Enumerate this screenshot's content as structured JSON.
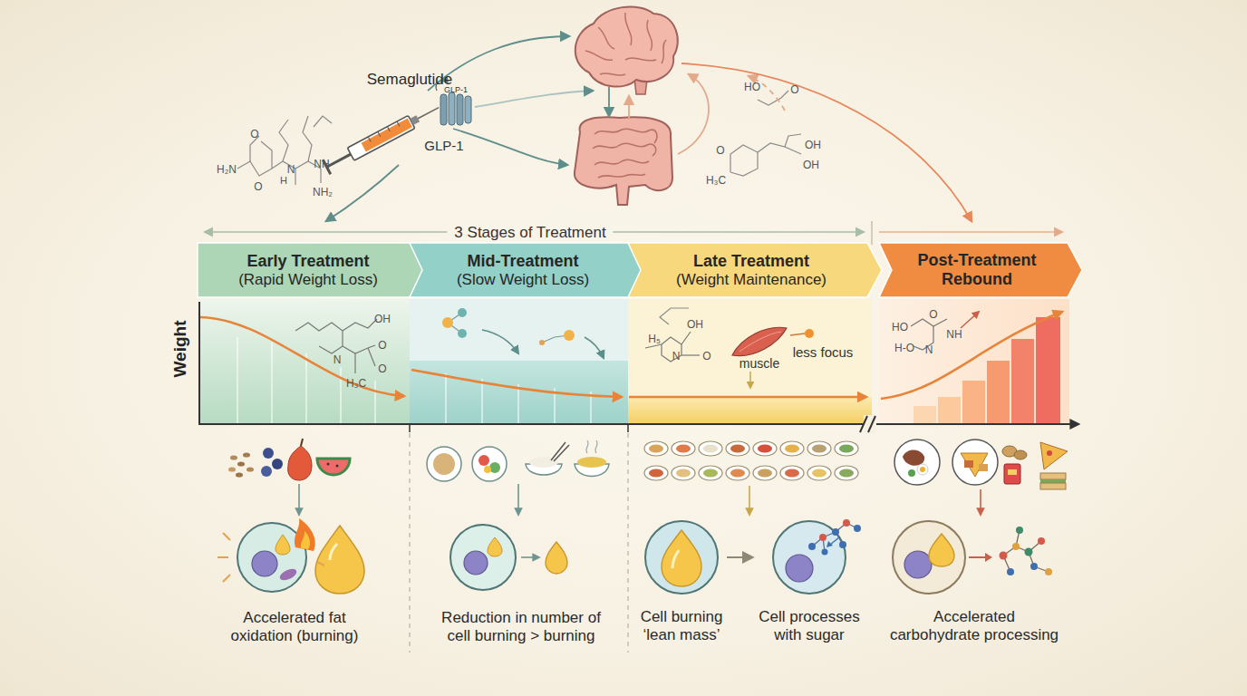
{
  "diagram": {
    "nodes": [
      {
        "text": [
          "Early Treatment",
          "(Rapid Weight Loss)"
        ]
      },
      {
        "text": [
          "Mid-Treatment",
          "(Slow Weight Loss)"
        ]
      },
      {
        "text": [
          "Late Treatment",
          "(Weight Maintenance)"
        ]
      },
      {
        "text": [
          "Post-Treatment Rebound"
        ]
      },
      {
        "text": [
          "Accelerated fat oxidation (burning)"
        ]
      },
      {
        "text": [
          "Reduction in number of cell burning > burning"
        ]
      },
      {
        "text": [
          "Cell burning ‘lean mass’"
        ]
      },
      {
        "text": [
          "Cell processes with sugar"
        ]
      },
      {
        "text": [
          "Accelerated carbohydrate processing"
        ]
      }
    ],
    "edges": [
      {
        "from": 6,
        "to": 7,
        "arrow": "to"
      }
    ],
    "labels": [
      "Semaglutide",
      "GLP-1",
      "GLP-1",
      "3 Stages of Treatment",
      "Weight",
      "muscle",
      "less focus",
      "H₂N",
      "O",
      "N",
      "H",
      "NH",
      "NH₂",
      "O",
      "HO",
      "O",
      "OH",
      "OH",
      "H₃C",
      "O",
      "OH",
      "N",
      "H₃C",
      "O",
      "O",
      "H₅",
      "N",
      "OH",
      "O",
      "HO",
      "O",
      "NH",
      "H-O",
      "N"
    ]
  }
}
